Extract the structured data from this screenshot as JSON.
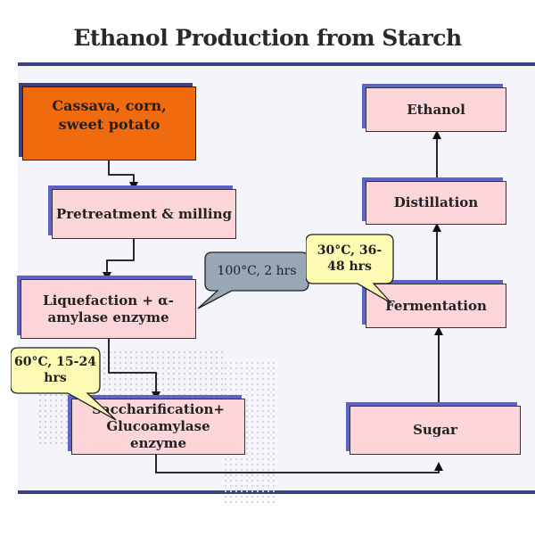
{
  "title": "Ethanol Production from Starch",
  "boxes": {
    "source": "Cassava, corn, sweet potato",
    "pretreatment": "Pretreatment & milling",
    "liquefaction": "Liquefaction  + α-amylase enzyme",
    "saccharification": "Saccharification+ Glucoamylase enzyme",
    "sugar": "Sugar",
    "fermentation": "Fermentation",
    "distillation": "Distillation",
    "ethanol": "Ethanol"
  },
  "callouts": {
    "liquefaction_conditions": "100°C, 2 hrs",
    "saccharification_conditions": "60°C, 15-24 hrs",
    "fermentation_conditions": "30°C, 36-48 hrs"
  },
  "colors": {
    "source_fill": "#f06a0e",
    "box_fill": "#fcd5d8",
    "box_shadow": "#5d63c9",
    "slide_border": "#3b3f7a",
    "callout_gray": "#98a7b6",
    "callout_yellow": "#fdfab3"
  }
}
